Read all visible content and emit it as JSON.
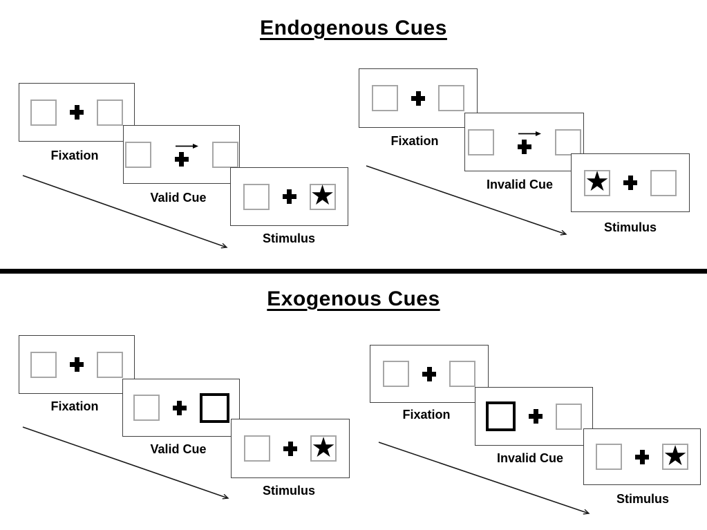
{
  "glyphs": {
    "star": "★"
  },
  "colors": {
    "background": "#ffffff",
    "ink": "#000000",
    "card_border": "#3f3f3f",
    "box_border": "#a6a6a6",
    "divider": "#000000"
  },
  "sections": [
    {
      "id": "endogenous",
      "title": "Endogenous Cues",
      "panels": [
        {
          "id": "valid",
          "cue_type": "central-arrow-right",
          "star_position": "right",
          "steps": [
            {
              "label": "Fixation"
            },
            {
              "label": "Valid Cue"
            },
            {
              "label": "Stimulus"
            }
          ]
        },
        {
          "id": "invalid",
          "cue_type": "central-arrow-right",
          "star_position": "left",
          "steps": [
            {
              "label": "Fixation"
            },
            {
              "label": "Invalid Cue"
            },
            {
              "label": "Stimulus"
            }
          ]
        }
      ]
    },
    {
      "id": "exogenous",
      "title": "Exogenous Cues",
      "panels": [
        {
          "id": "valid",
          "cue_type": "peripheral-bold-box-right",
          "star_position": "right",
          "steps": [
            {
              "label": "Fixation"
            },
            {
              "label": "Valid Cue"
            },
            {
              "label": "Stimulus"
            }
          ]
        },
        {
          "id": "invalid",
          "cue_type": "peripheral-bold-box-left",
          "star_position": "right",
          "steps": [
            {
              "label": "Fixation"
            },
            {
              "label": "Invalid Cue"
            },
            {
              "label": "Stimulus"
            }
          ]
        }
      ]
    }
  ]
}
